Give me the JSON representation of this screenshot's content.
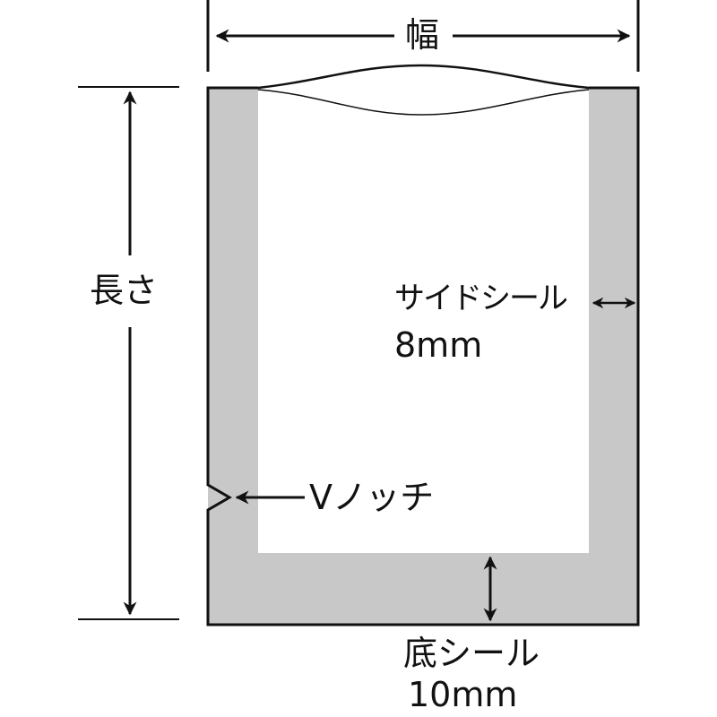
{
  "labels": {
    "width": "幅",
    "length": "長さ",
    "side_seal": "サイドシール",
    "side_seal_size": "8mm",
    "v_notch": "Vノッチ",
    "bottom_seal": "底シール",
    "bottom_seal_size": "10mm"
  },
  "colors": {
    "seal": "#c8c8c8",
    "line": "#111111"
  }
}
